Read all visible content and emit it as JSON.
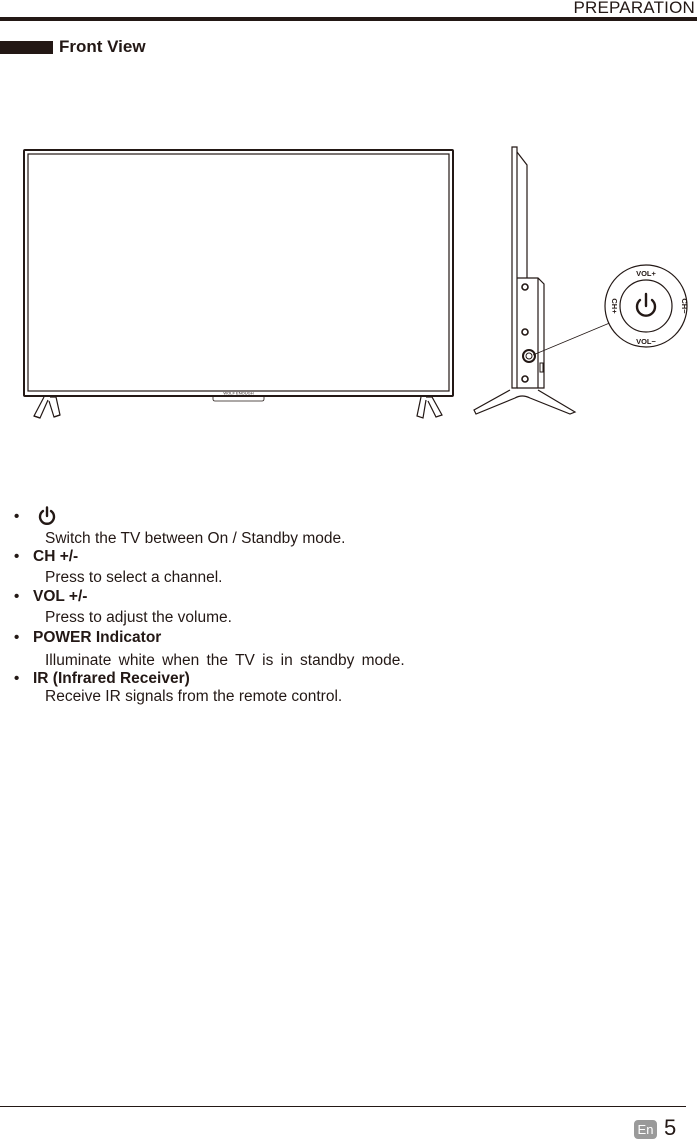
{
  "header": {
    "section_label": "PREPARATION"
  },
  "section": {
    "title": "Front View"
  },
  "figure": {
    "tv_logo_text": "WOLF ENOUGH",
    "control_dial": {
      "top_label": "VOL+",
      "bottom_label": "VOL−",
      "left_label": "CH+",
      "right_label": "CH−",
      "center_icon": "power-icon"
    }
  },
  "features": [
    {
      "title": "",
      "icon": "power-icon",
      "description": "Switch the TV between On / Standby mode."
    },
    {
      "title": "CH +/-",
      "description": "Press to select a channel."
    },
    {
      "title": "VOL +/-",
      "description": "Press to adjust the volume."
    },
    {
      "title": "POWER Indicator",
      "description": "Illuminate white when the TV is in standby mode."
    },
    {
      "title": "IR (Infrared Receiver)",
      "description": "Receive IR signals from the remote control."
    }
  ],
  "footer": {
    "language_badge": "En",
    "page_number": "5"
  },
  "colors": {
    "ink": "#231815",
    "badge_gray": "#9a9a9a"
  }
}
